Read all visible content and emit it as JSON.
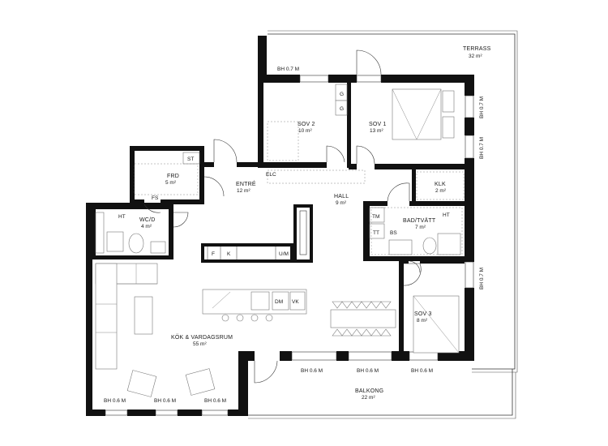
{
  "rooms": {
    "terrass": {
      "name": "TERRASS",
      "area": "32 m²"
    },
    "sov2": {
      "name": "SOV 2",
      "area": "10 m²"
    },
    "sov1": {
      "name": "SOV 1",
      "area": "13 m²"
    },
    "frd": {
      "name": "FRD",
      "area": "5 m²"
    },
    "entre": {
      "name": "ENTRÉ",
      "area": "12 m²"
    },
    "klk": {
      "name": "KLK",
      "area": "2 m²"
    },
    "hall": {
      "name": "HALL",
      "area": "9 m²"
    },
    "wc": {
      "name": "WC/D",
      "area": "4 m²"
    },
    "bad": {
      "name": "BAD/TVÄTT",
      "area": "7 m²"
    },
    "kok": {
      "name": "KÖK & VARDAGSRUM",
      "area": "55 m²"
    },
    "sov3": {
      "name": "SOV 3",
      "area": "8 m²"
    },
    "balkong": {
      "name": "BALKONG",
      "area": "22 m²"
    }
  },
  "sill_heights": {
    "top": "BH 0.7 M",
    "right1": "BH 0.7 M",
    "right2": "BH 0.7 M",
    "right3": "BH 0.7 M",
    "bottom1": "BH 0.6 M",
    "bottom2": "BH 0.6 M",
    "bottom3": "BH 0.6 M",
    "bottom4": "BH 0.6 M",
    "bottom5": "BH 0.6 M",
    "bottom6": "BH 0.6 M"
  },
  "fixtures": {
    "st": "ST",
    "fs": "FS",
    "elc": "ELC",
    "g1": "G",
    "g2": "G",
    "ht1": "HT",
    "ht2": "HT",
    "tm": "TM",
    "tt": "TT",
    "bs": "BS",
    "f": "F",
    "k": "K",
    "um": "U/M",
    "dm": "DM",
    "vk": "VK"
  }
}
